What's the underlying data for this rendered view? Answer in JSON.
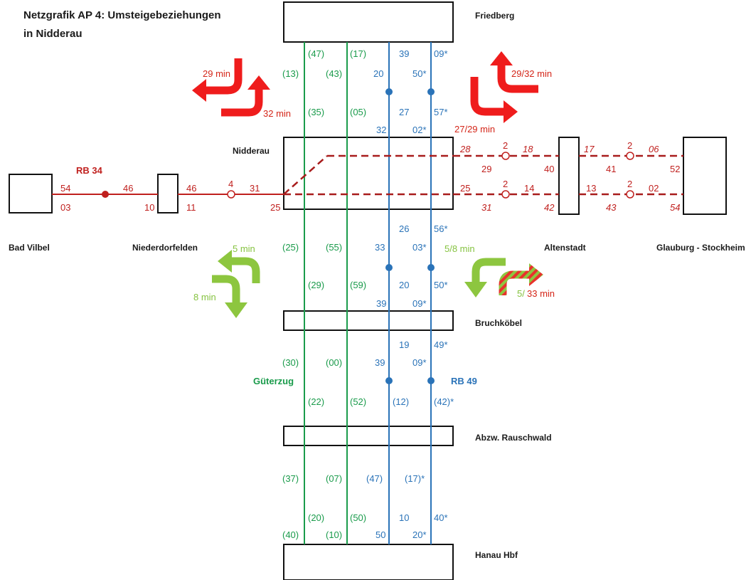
{
  "title": {
    "line1": "Netzgrafik AP 4: Umsteigebeziehungen",
    "line2": "in Nidderau"
  },
  "colors": {
    "gueterzug": "#1a9b4b",
    "rb49": "#2a73b8",
    "rb34": "#c0201e",
    "arrow_red": "#ef1c1c",
    "arrow_green": "#8dc63f"
  },
  "stations": {
    "friedberg": "Friedberg",
    "nidderau": "Nidderau",
    "bad_vilbel": "Bad Vilbel",
    "niederdorfelden": "Niederdorfelden",
    "altenstadt": "Altenstadt",
    "glauburg": "Glauburg - Stockheim",
    "bruchkoebel": "Bruchköbel",
    "rauschwald": "Abzw. Rauschwald",
    "hanau": "Hanau Hbf"
  },
  "lines": {
    "rb34": "RB 34",
    "gueterzug": "Güterzug",
    "rb49": "RB 49"
  },
  "transfers": {
    "t1": "29 min",
    "t2": "32 min",
    "t3": "29/32 min",
    "t4": "27/29 min",
    "t5": "5 min",
    "t6": "8 min",
    "t7": "5/8 min",
    "t8_a": "5/",
    "t8_b": "33 min"
  },
  "times": {
    "fr_g1": "(47)",
    "fr_g2": "(17)",
    "fr_b1": "39",
    "fr_b2": "09*",
    "fr_g1b": "(13)",
    "fr_g2b": "(43)",
    "fr_b1b": "20",
    "fr_b2b": "50*",
    "ni_g1a": "(35)",
    "ni_g2a": "(05)",
    "ni_b1a": "27",
    "ni_b2a": "57*",
    "ni_b1b": "32",
    "ni_b2b": "02*",
    "rb_bv_a": "54",
    "rb_bv_b": "03",
    "rb_nd_a": "46",
    "rb_nd_b": "10",
    "rb_nd_c": "46",
    "rb_nd_d": "11",
    "rb_h": "4",
    "rb_ni_a": "31",
    "rb_ni_b": "25",
    "e_28": "28",
    "e_2a": "2",
    "e_18": "18",
    "e_29": "29",
    "e_40": "40",
    "e_25": "25",
    "e_2b": "2",
    "e_14": "14",
    "e_31": "31",
    "e_42": "42",
    "e_17": "17",
    "e_2c": "2",
    "e_06": "06",
    "e_41": "41",
    "e_52": "52",
    "e_13": "13",
    "e_2d": "2",
    "e_02": "02",
    "e_43": "43",
    "e_54": "54",
    "s1_g1": "(25)",
    "s1_g2": "(55)",
    "s1_b1a": "26",
    "s1_b2a": "56*",
    "s1_b1b": "33",
    "s1_b2b": "03*",
    "s2_g1": "(29)",
    "s2_g2": "(59)",
    "s2_b1": "20",
    "s2_b2": "50*",
    "s2_b1b": "39",
    "s2_b2b": "09*",
    "s3_b1": "19",
    "s3_b2": "49*",
    "s3_g1": "(30)",
    "s3_g2": "(00)",
    "s3_b1b": "39",
    "s3_b2b": "09*",
    "s4_g1": "(22)",
    "s4_g2": "(52)",
    "s4_b1": "(12)",
    "s4_b2": "(42)*",
    "s5_g1": "(37)",
    "s5_g2": "(07)",
    "s5_b1": "(47)",
    "s5_b2": "(17)*",
    "s6_g1": "(20)",
    "s6_g2": "(50)",
    "s6_b1": "10",
    "s6_b2": "40*",
    "s6_g1b": "(40)",
    "s6_g2b": "(10)",
    "s6_b1b": "50",
    "s6_b2b": "20*"
  }
}
